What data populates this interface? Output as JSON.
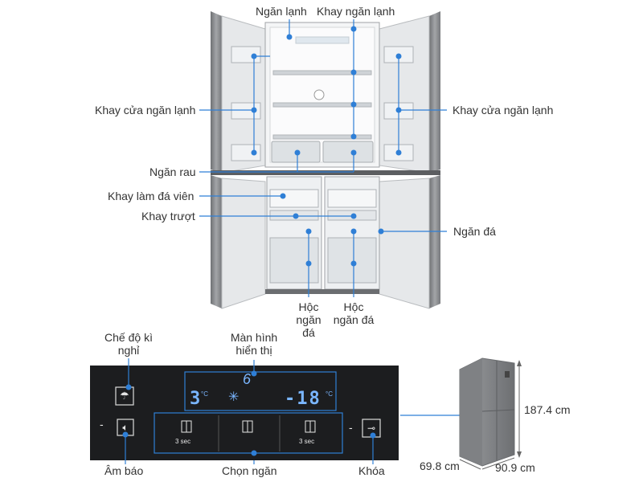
{
  "colors": {
    "accent": "#2f7fd6",
    "panel_bg": "#1c1d1f",
    "display_glow": "#7ab6ff",
    "steel": "#8a8c8f"
  },
  "fridge_labels": {
    "freezer_compartment": "Ngăn lạnh",
    "freezer_shelf": "Khay ngăn lạnh",
    "door_shelf_left": "Khay cửa ngăn lạnh",
    "door_shelf_right": "Khay cửa ngăn lạnh",
    "vegetable_drawer": "Ngăn rau",
    "ice_tray": "Khay làm đá viên",
    "sliding_tray": "Khay trượt",
    "ice_compartment": "Ngăn đá",
    "ice_box_left": "Hộc ngăn đá",
    "ice_box_right": "Hộc ngăn đá"
  },
  "panel_labels": {
    "holiday_mode": "Chế độ kì nghỉ",
    "display": "Màn hình hiển thị",
    "alarm": "Âm báo",
    "select_compartment": "Chọn ngăn",
    "lock": "Khóa"
  },
  "display": {
    "mode_number": "6",
    "fridge_temp": "3",
    "fridge_unit": "°C",
    "freezer_temp": "-18",
    "freezer_unit": "°C",
    "hold_1": "3 sec",
    "hold_2": "3 sec",
    "dash_left_1": "-",
    "dash_left_2": "-",
    "dash_right_1": "-"
  },
  "dimensions": {
    "height": "187.4 cm",
    "depth": "69.8 cm",
    "width": "90.9 cm"
  }
}
